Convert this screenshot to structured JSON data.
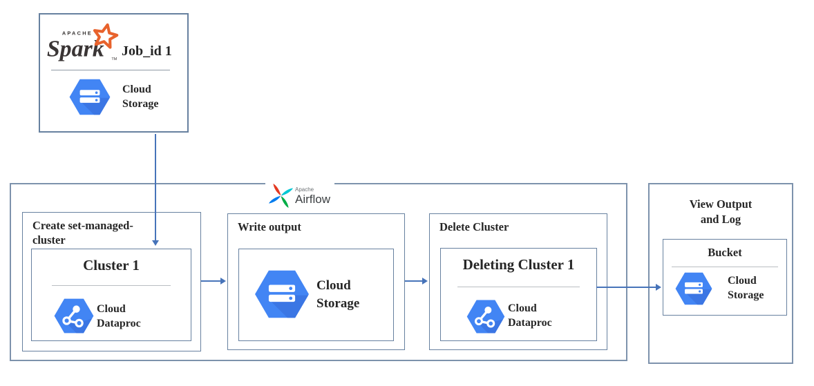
{
  "spark_box": {
    "logo_apache": "APACHE",
    "logo_name": "Spark",
    "job_id": "Job_id 1",
    "service": "Cloud Storage"
  },
  "airflow": {
    "apache": "Apache",
    "name": "Airflow"
  },
  "steps": [
    {
      "label": "Create set-managed-cluster",
      "node_title": "Cluster 1",
      "service": "Cloud Dataproc"
    },
    {
      "label": "Write output",
      "service": "Cloud Storage"
    },
    {
      "label": "Delete Cluster",
      "node_title": "Deleting Cluster 1",
      "service": "Cloud Dataproc"
    }
  ],
  "output": {
    "label": "View Output and Log",
    "node_title": "Bucket",
    "service": "Cloud Storage"
  },
  "colors": {
    "box_border": "#66809f",
    "container_border": "#7d92ac",
    "arrow": "#4673b9",
    "gcp_blue": "#4285f4",
    "gcp_blue_shadow": "#3b76e4",
    "spark_orange": "#e8622c",
    "airflow_red": "#e43921",
    "airflow_teal": "#00c7d4",
    "airflow_green": "#00ad46",
    "airflow_blue": "#017cee",
    "divider": "#b9bdc1",
    "text": "#262626"
  }
}
